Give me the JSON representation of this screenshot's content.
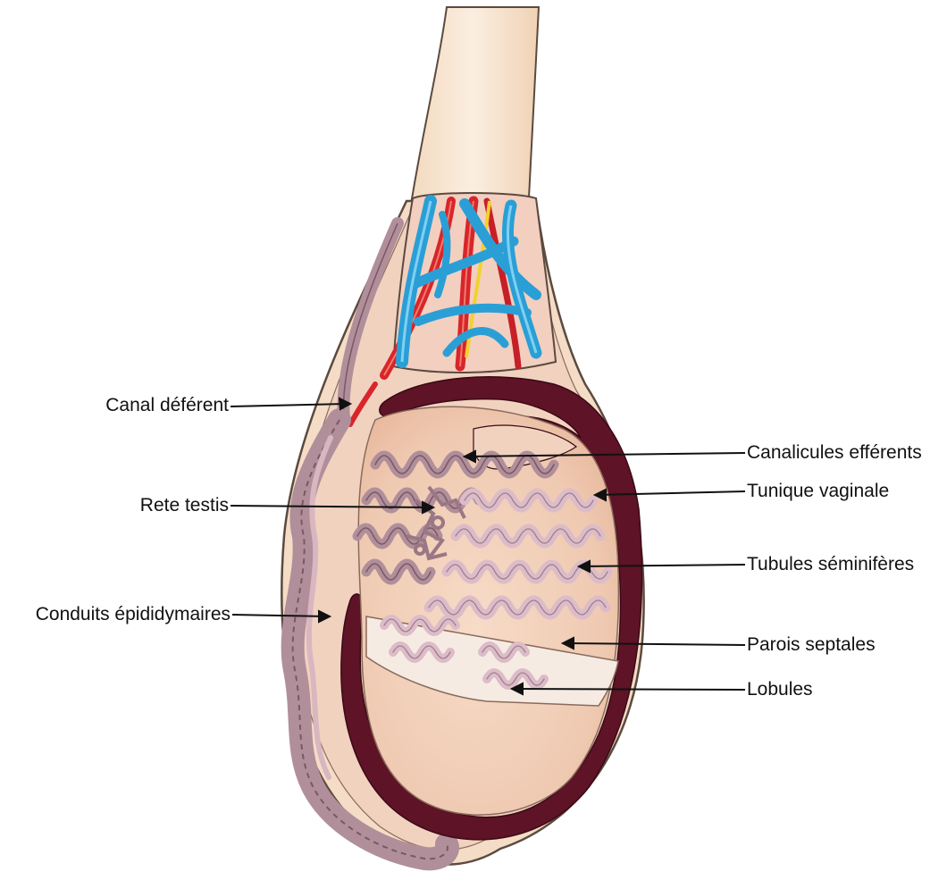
{
  "diagram": {
    "labels": {
      "canal_deferent": "Canal déférent",
      "rete_testis": "Rete testis",
      "conduits_epididymaires": "Conduits épididymaires",
      "canalicules_efferents": "Canalicules efférents",
      "tunique_vaginale": "Tunique vaginale",
      "tubules_seminiferes": "Tubules séminifères",
      "parois_septales": "Parois septales",
      "lobules": "Lobules"
    },
    "colors": {
      "skin": "#f6dfc6",
      "outline": "#5b4a3f",
      "tunica": "#5e1326",
      "tubule": "#b08f9a",
      "tubule_dark": "#7b5766",
      "vein": "#2a9fd6",
      "artery": "#d8252b",
      "nerve": "#f2d12e",
      "testis_body": "#f1cdb6",
      "label_line": "#111111"
    }
  }
}
